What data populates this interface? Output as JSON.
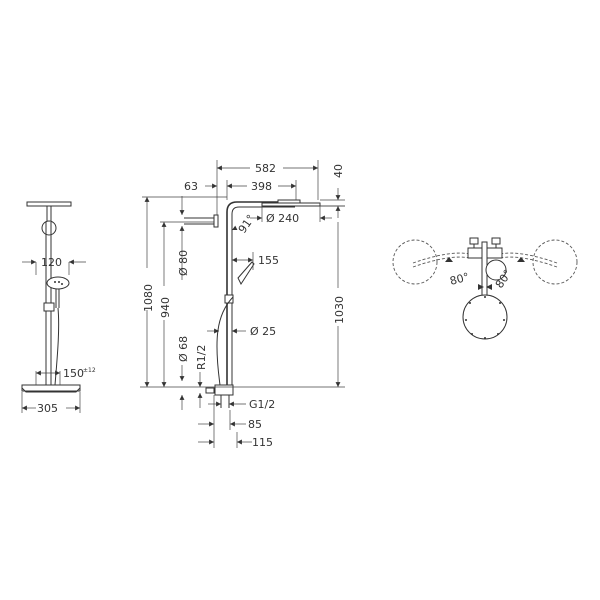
{
  "drawing": {
    "type": "shower system dimension drawing",
    "colors": {
      "line": "#333333",
      "background": "#ffffff"
    },
    "views": {
      "front_view": {
        "dimensions": {
          "hand_shower_width": "120",
          "inlet_spacing": "150",
          "inlet_spacing_tolerance": "±12",
          "thermostat_width": "305"
        }
      },
      "side_view": {
        "dimensions": {
          "overall_projection": "582",
          "head_offset": "63",
          "arm_length": "398",
          "head_thickness": "40",
          "head_diameter": "Ø 240",
          "arm_angle": "91°",
          "total_height": "1080",
          "rail_height": "940",
          "wall_flange_diameter": "Ø 80",
          "hand_shower_length": "155",
          "rail_diameter": "Ø 25",
          "outlet_flange_diameter": "Ø 68",
          "outlet_thread": "R1/2",
          "head_height": "1030",
          "inlet_thread": "G1/2",
          "wall_distance_min": "85",
          "wall_distance_max": "115"
        }
      },
      "top_view": {
        "dimensions": {
          "swivel_angle_left": "80°",
          "swivel_angle_right": "80°"
        }
      }
    }
  }
}
